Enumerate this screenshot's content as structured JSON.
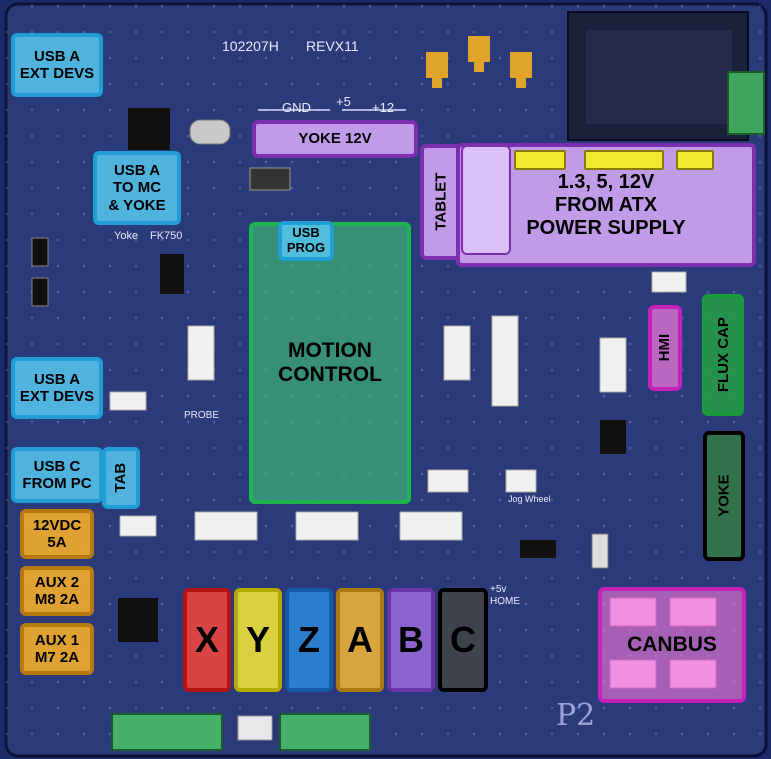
{
  "board": {
    "part_number": "102207H",
    "revision": "REVX11",
    "silk": {
      "gnd": "GND",
      "p5": "+5",
      "p12": "+12",
      "yoke": "Yoke",
      "fk750": "FK750",
      "probe": "PROBE",
      "jogwheel": "Jog Wheel",
      "home": "HOME",
      "p5v": "+5v",
      "signature": "P2"
    }
  },
  "labels": {
    "usb_a_ext_1": "USB A\nEXT DEVS",
    "usb_a_mc_yoke": "USB A\nTO MC\n& YOKE",
    "usb_a_ext_2": "USB A\nEXT DEVS",
    "usb_c": "USB C\nFROM PC",
    "tab": "TAB",
    "dc12": "12VDC\n5A",
    "aux2": "AUX 2\nM8 2A",
    "aux1": "AUX 1\nM7 2A",
    "yoke12": "YOKE 12V",
    "tablet": "TABLET",
    "atx": "1.3, 5, 12V\nFROM ATX\nPOWER SUPPLY",
    "usb_prog": "USB\nPROG",
    "motion": "MOTION\nCONTROL",
    "hmi": "HMI",
    "flux": "FLUX CAP",
    "yoke": "YOKE",
    "canbus": "CANBUS",
    "x": "X",
    "y": "Y",
    "z": "Z",
    "a": "A",
    "b": "B",
    "c": "C"
  },
  "colors": {
    "board": "#2b3a78",
    "usb": "#54c4ec",
    "power": "#eeaa2c",
    "atx": "#d6a8f6",
    "motion": "#3ec476",
    "pink": "#f078dc",
    "axis_x": "#f0443c",
    "axis_y": "#f2e638",
    "axis_z": "#2c86d8",
    "axis_a": "#f0b436",
    "axis_b": "#9a6ad8",
    "axis_c": "#444444"
  }
}
